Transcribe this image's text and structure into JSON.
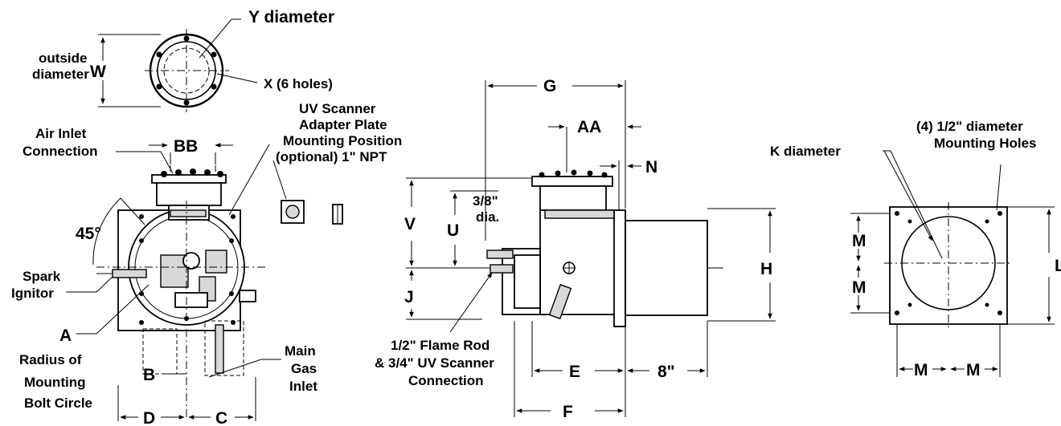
{
  "labels": {
    "y_diameter": "Y diameter",
    "outside": "outside",
    "diameter": "diameter",
    "w": "W",
    "x_holes": "X (6 holes)",
    "uv1": "UV Scanner",
    "uv2": "Adapter Plate",
    "uv3": "Mounting Position",
    "uv4": "(optional) 1\" NPT",
    "air1": "Air Inlet",
    "air2": "Connection",
    "bb": "BB",
    "deg45": "45°",
    "spark1": "Spark",
    "spark2": "Ignitor",
    "a": "A",
    "rad1": "Radius of",
    "rad2": "Mounting",
    "rad3": "Bolt Circle",
    "b": "B",
    "d": "D",
    "c": "C",
    "main1": "Main",
    "main2": "Gas",
    "main3": "Inlet",
    "g": "G",
    "aa": "AA",
    "n": "N",
    "v": "V",
    "u": "U",
    "dia1": "3/8\"",
    "dia2": "dia.",
    "j": "J",
    "h": "H",
    "flame1": "1/2\" Flame Rod",
    "flame2": "& 3/4\" UV Scanner",
    "flame3": "Connection",
    "e": "E",
    "eight": "8\"",
    "f": "F",
    "k_diameter": "K diameter",
    "holes1": "(4) 1/2\" diameter",
    "holes2": "Mounting Holes",
    "m1": "M",
    "m2": "M",
    "m3": "M",
    "m4": "M",
    "l": "L"
  }
}
